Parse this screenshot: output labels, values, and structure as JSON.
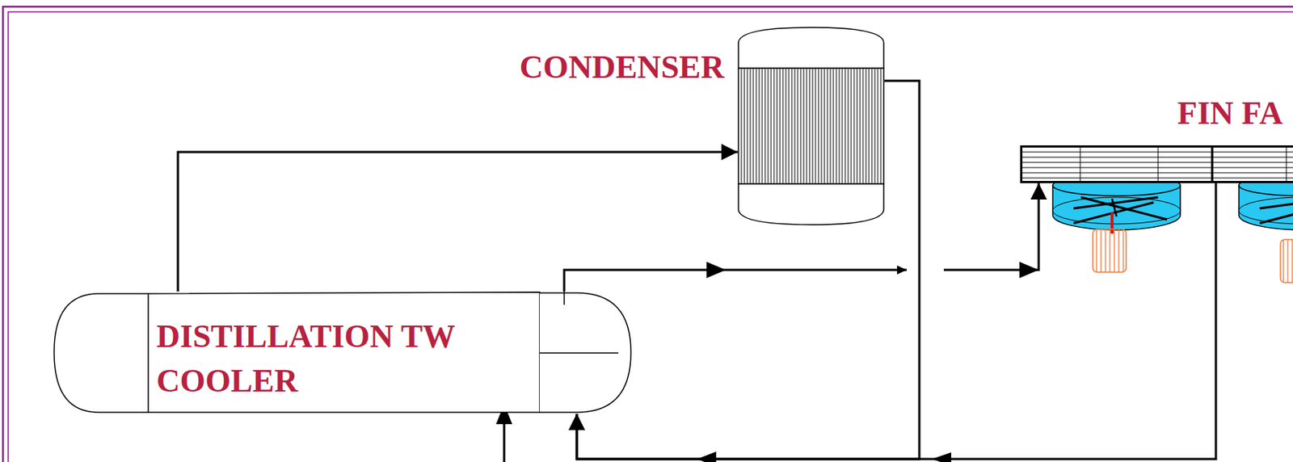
{
  "diagram": {
    "nodes": [
      {
        "text": [
          "CONDENSER"
        ]
      },
      {
        "text": [
          "FIN FA"
        ]
      },
      {
        "text": [
          "DISTILLATION TW COOLER"
        ]
      }
    ],
    "edges": [
      {
        "from": 2,
        "to": 0,
        "arrow": "to"
      },
      {
        "from": 2,
        "to": 1,
        "arrow": "to"
      },
      {
        "from": 0,
        "to": 2,
        "arrow": "to"
      },
      {
        "from": 1,
        "to": 2,
        "arrow": "to"
      }
    ]
  }
}
